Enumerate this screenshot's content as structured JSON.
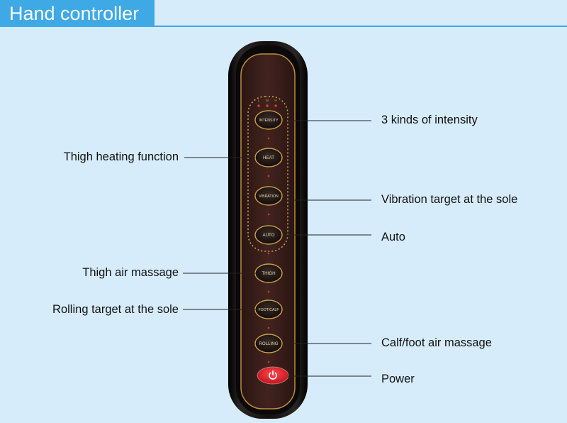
{
  "header": {
    "title": "Hand controller"
  },
  "controller": {
    "indicators": [
      "L",
      "M",
      "H"
    ],
    "buttons": [
      {
        "id": "intensity",
        "label": "INTENSITY"
      },
      {
        "id": "heat",
        "label": "HEAT"
      },
      {
        "id": "vibration",
        "label": "VIBRATION"
      },
      {
        "id": "auto",
        "label": "AUTO"
      },
      {
        "id": "thigh",
        "label": "THIGH"
      },
      {
        "id": "footcalf",
        "label": "FOOT/CALF"
      },
      {
        "id": "rolling",
        "label": "ROLLING"
      }
    ]
  },
  "callouts": {
    "left": [
      {
        "id": "thigh-heating",
        "text": "Thigh heating function"
      },
      {
        "id": "thigh-air",
        "text": "Thigh air massage"
      },
      {
        "id": "rolling-sole",
        "text": "Rolling target at the sole"
      }
    ],
    "right": [
      {
        "id": "intensity-kinds",
        "text": "3 kinds of intensity"
      },
      {
        "id": "vibration-sole",
        "text": "Vibration target at the sole"
      },
      {
        "id": "auto",
        "text": "Auto"
      },
      {
        "id": "calf-foot-air",
        "text": "Calf/foot air massage"
      },
      {
        "id": "power",
        "text": "Power"
      }
    ]
  },
  "colors": {
    "background": "#d6ecfb",
    "header": "#3fa9e6",
    "controller_face": "#3a1e1a",
    "controller_edge": "#0e0b0b",
    "trim": "#b98f3e",
    "power_button": "#e01e28"
  },
  "icons": {
    "power": "power-icon"
  }
}
